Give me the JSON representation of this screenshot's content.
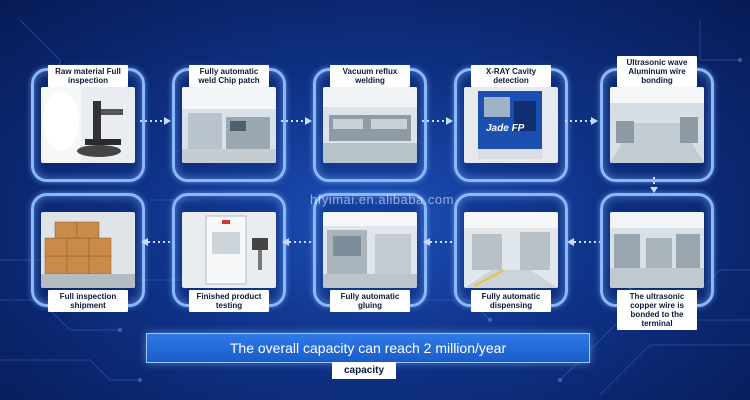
{
  "steps": [
    {
      "label": "Raw material Full inspection",
      "photo": "microscope-inspection"
    },
    {
      "label": "Fully automatic weld Chip patch",
      "photo": "chip-mounter-line"
    },
    {
      "label": "Vacuum reflux welding",
      "photo": "reflow-oven"
    },
    {
      "label": "X-RAY Cavity detection",
      "photo": "xray-machine",
      "photo_text": "Jade FP"
    },
    {
      "label": "Ultrasonic wave Aluminum wire bonding",
      "photo": "wire-bonding-workshop"
    },
    {
      "label": "The ultrasonic copper wire is bonded to the terminal",
      "photo": "copper-wire-bonding"
    },
    {
      "label": "Fully automatic dispensing",
      "photo": "dispensing-room"
    },
    {
      "label": "Fully automatic gluing",
      "photo": "gluing-line"
    },
    {
      "label": "Finished product testing",
      "photo": "test-cabinet"
    },
    {
      "label": "Full inspection shipment",
      "photo": "cartons-warehouse"
    }
  ],
  "banner": "The overall capacity can reach 2 million/year",
  "capacity_tag": "capacity",
  "watermark": "hfyimai.en.alibaba.com",
  "colors": {
    "background": "#0f3287",
    "card_border": "#8ab8ff",
    "banner": "#2f7be8"
  }
}
